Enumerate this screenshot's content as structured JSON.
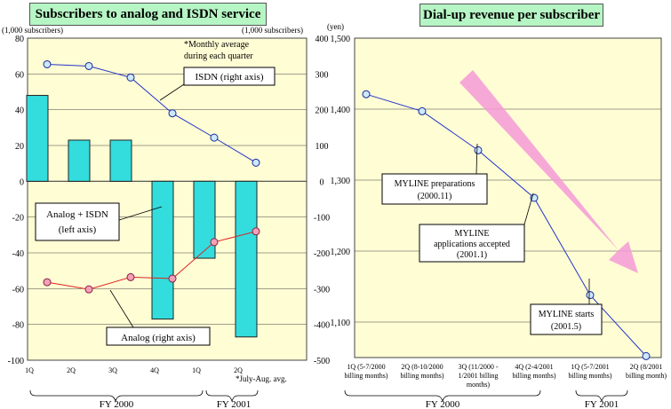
{
  "chart_data": [
    {
      "type": "bar+line",
      "title": "Subscribers to analog and ISDN service",
      "left_axis_unit": "(1,000 subscribers)",
      "right_axis_unit": "(1,000 subscribers)",
      "note": "*Monthly average during each quarter",
      "left_axis": {
        "ylim": [
          -100,
          80
        ],
        "ticks": [
          "80",
          "60",
          "40",
          "20",
          "0",
          "-20",
          "-40",
          "-60",
          "-80",
          "-100"
        ],
        "tick_values": [
          80,
          60,
          40,
          20,
          0,
          -20,
          -40,
          -60,
          -80,
          -100
        ]
      },
      "right_axis": {
        "ylim": [
          -500,
          400
        ],
        "ticks": [
          "400",
          "300",
          "200",
          "100",
          "0",
          "-100",
          "-200",
          "-300",
          "-400",
          "-500"
        ],
        "tick_values": [
          400,
          300,
          200,
          100,
          0,
          -100,
          -200,
          -300,
          -400,
          -500
        ]
      },
      "categories": [
        "1Q",
        "2Q",
        "3Q",
        "4Q",
        "1Q",
        "2Q"
      ],
      "bar_series": {
        "name": "Analog + ISDN (left axis)",
        "label_lines": [
          "Analog + ISDN",
          "(left axis)"
        ],
        "axis": "left",
        "values": [
          48,
          23,
          23,
          -77,
          -43,
          -87
        ],
        "color": "#33dddd"
      },
      "isdn_series": {
        "name": "ISDN (right axis)",
        "axis": "right",
        "values": [
          327,
          322,
          290,
          190,
          122,
          52
        ],
        "color": "#2233cc"
      },
      "analog_series": {
        "name": "Analog (right axis)",
        "axis": "right",
        "values": [
          -282,
          -302,
          -268,
          -272,
          -170,
          -140
        ],
        "color": "#dd2222"
      },
      "bottom_note": "*July-Aug. avg.",
      "groups": [
        {
          "label": "FY 2000"
        },
        {
          "label": "FY 2001"
        }
      ],
      "grid": true
    },
    {
      "type": "line",
      "title": "Dial-up revenue per subscriber",
      "y_unit": "(yen)",
      "ylim": [
        1050,
        1500
      ],
      "ticks": [
        "1,500",
        "1,400",
        "1,300",
        "1,200",
        "1,100"
      ],
      "tick_values": [
        1500,
        1400,
        1300,
        1200,
        1100
      ],
      "categories": [
        [
          "1Q (5-7/2000",
          "billing months)"
        ],
        [
          "2Q (8-10/2000",
          "billing months)"
        ],
        [
          "3Q (11/2000 -",
          "1/2001 billing",
          "months)"
        ],
        [
          "4Q (2-4/2001",
          "billing months)"
        ],
        [
          "1Q (5-7/2001",
          "billing months)"
        ],
        [
          "2Q (8/2001",
          "billing month)"
        ]
      ],
      "values": [
        1421,
        1397,
        1342,
        1275,
        1138,
        1052
      ],
      "series_color": "#2233cc",
      "annotations": [
        {
          "lines": [
            "MYLINE  preparations",
            "(2000.11)"
          ],
          "point": 2
        },
        {
          "lines": [
            "MYLINE",
            "applications accepted",
            "(2001.1)"
          ],
          "point": 3
        },
        {
          "lines": [
            "MYLINE starts",
            "(2001.5)"
          ],
          "point": 4
        }
      ],
      "groups": [
        {
          "label": "FY 2000"
        },
        {
          "label": "FY 2001"
        }
      ],
      "grid": true
    }
  ]
}
